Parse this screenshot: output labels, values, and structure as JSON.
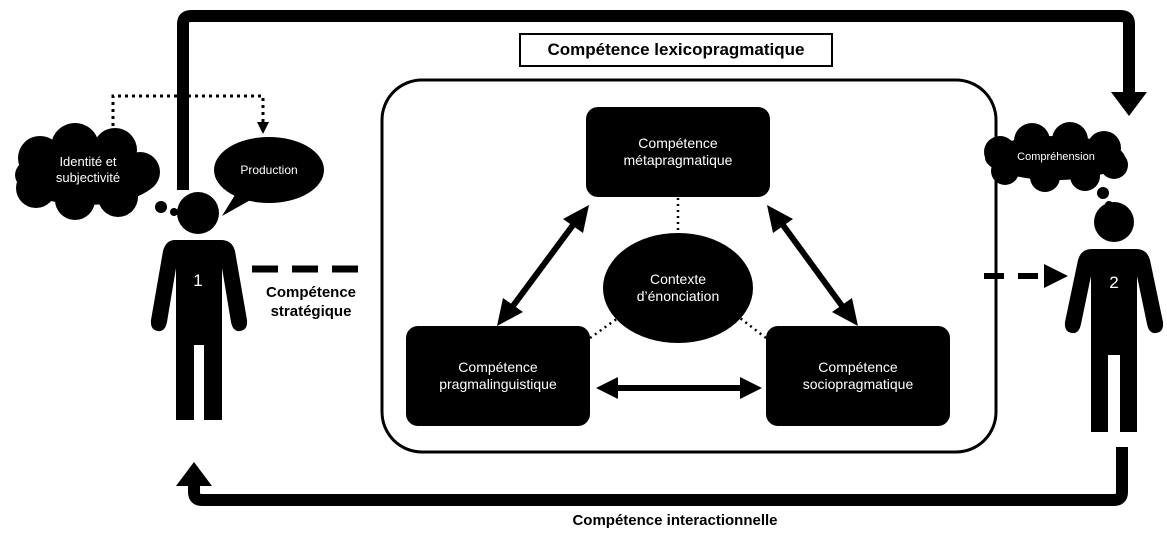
{
  "diagram": {
    "title": "Compétence lexicopragmatique",
    "bottom_label": "Compétence interactionnelle",
    "strategic_label_line1": "Compétence",
    "strategic_label_line2": "stratégique",
    "boxes": {
      "meta_line1": "Compétence",
      "meta_line2": "métapragmatique",
      "pragma_line1": "Compétence",
      "pragma_line2": "pragmalinguistique",
      "socio_line1": "Compétence",
      "socio_line2": "sociopragmatique"
    },
    "context_line1": "Contexte",
    "context_line2": "d’énonciation",
    "clouds": {
      "identity_line1": "Identité et",
      "identity_line2": "subjectivité",
      "comprehension": "Compréhension"
    },
    "bubble_production": "Production",
    "person1_number": "1",
    "person2_number": "2"
  },
  "colors": {
    "ink": "#000000",
    "background": "#ffffff",
    "inverse_text": "#ffffff"
  },
  "icons": [
    "person-icon",
    "thought-cloud-icon",
    "speech-bubble-icon",
    "double-arrow-icon",
    "curved-arrow-icon"
  ]
}
